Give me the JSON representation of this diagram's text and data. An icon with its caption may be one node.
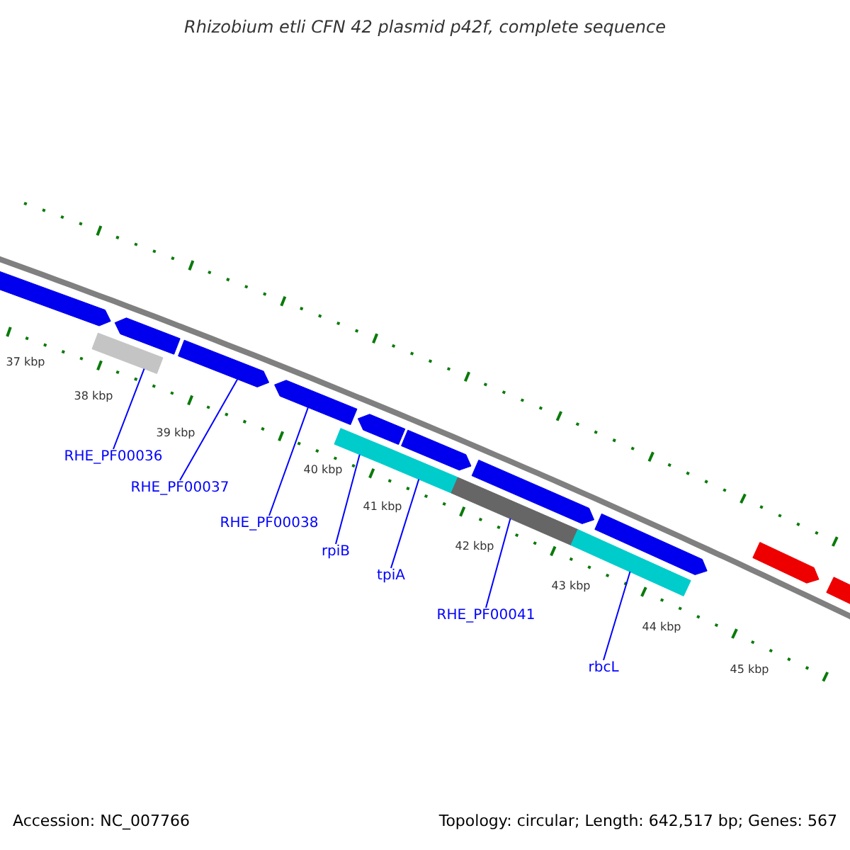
{
  "diagram": {
    "title": "Rhizobium etli CFN 42 plasmid p42f, complete sequence",
    "nodes": [
      {
        "text": [],
        "shape": "bar"
      },
      {
        "text": [],
        "shape": "bar"
      },
      {
        "text": [],
        "shape": "bar"
      },
      {
        "text": [],
        "shape": "bar"
      },
      {
        "text": [],
        "shape": "bar"
      },
      {
        "text": [],
        "shape": "bar"
      },
      {
        "text": [],
        "shape": "bar"
      },
      {
        "text": [],
        "shape": "bar"
      },
      {
        "text": [],
        "shape": "bar"
      },
      {
        "text": [],
        "shape": "bar"
      },
      {
        "text": [],
        "shape": "bar"
      },
      {
        "text": [],
        "shape": "bar"
      },
      {
        "text": [],
        "shape": "bar"
      },
      {
        "text": [],
        "shape": "bar"
      },
      {
        "text": [],
        "shape": "bar"
      },
      {
        "text": [
          "RHE_PF00036"
        ]
      },
      {
        "text": [
          "RHE_PF00037"
        ]
      },
      {
        "text": [
          "RHE_PF00038"
        ]
      },
      {
        "text": [
          "rpiB"
        ]
      },
      {
        "text": [
          "tpiA"
        ]
      },
      {
        "text": [
          "RHE_PF00041"
        ]
      },
      {
        "text": [
          "rbcL"
        ]
      }
    ],
    "edges": [
      {
        "from": 15,
        "to": 8,
        "arrow": "none"
      },
      {
        "from": 16,
        "to": 2,
        "arrow": "none"
      },
      {
        "from": 17,
        "to": 3,
        "arrow": "none"
      },
      {
        "from": 18,
        "to": 9,
        "arrow": "none"
      },
      {
        "from": 19,
        "to": 10,
        "arrow": "none"
      },
      {
        "from": 20,
        "to": 11,
        "arrow": "none"
      },
      {
        "from": 21,
        "to": 12,
        "arrow": "none"
      }
    ],
    "labels": [
      "37 kbp",
      "38 kbp",
      "39 kbp",
      "40 kbp",
      "41 kbp",
      "42 kbp",
      "43 kbp",
      "44 kbp",
      "45 kbp",
      "Accession: NC_007766",
      "Topology: circular; Length: 642,517 bp; Genes: 567"
    ]
  }
}
